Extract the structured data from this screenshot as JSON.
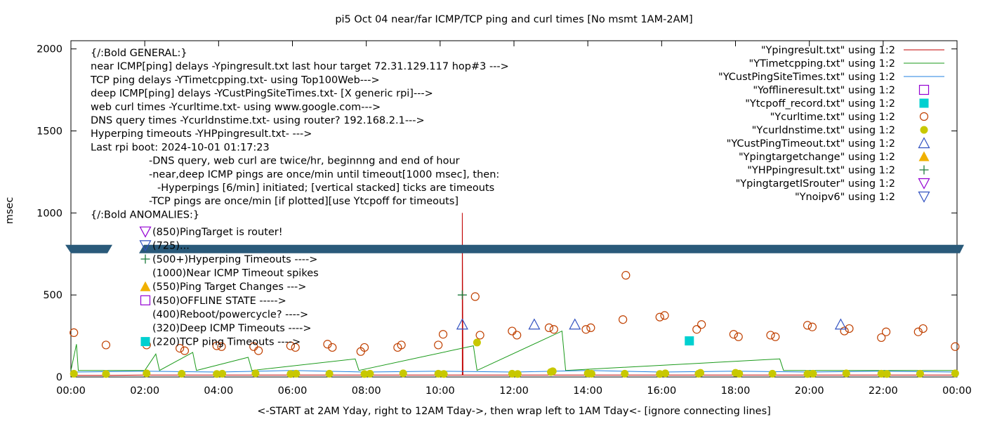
{
  "chart_data": {
    "type": "scatter",
    "title": "pi5 Oct 04  near/far ICMP/TCP ping and curl times [No msmt 1AM-2AM]",
    "xlabel": "<-START at 2AM Yday, right to 12AM Tday->, then wrap left to 1AM Tday<- [ignore connecting lines]",
    "ylabel": "msec",
    "xlim": [
      0,
      24
    ],
    "ylim": [
      0,
      2050
    ],
    "x_ticks": [
      "00:00",
      "02:00",
      "04:00",
      "06:00",
      "08:00",
      "10:00",
      "12:00",
      "14:00",
      "16:00",
      "18:00",
      "20:00",
      "22:00",
      "00:00"
    ],
    "y_ticks": [
      0,
      500,
      1000,
      1500,
      2000
    ],
    "grid": false,
    "legend_position": "top-right",
    "break_band_y": 780,
    "notes": [
      "{/:Bold GENERAL:}",
      "near ICMP[ping] delays -Ypingresult.txt last hour target 72.31.129.117 hop#3 --->",
      "TCP ping delays -YTimetcpping.txt- using Top100Web--->",
      "deep ICMP[ping] delays -YCustPingSiteTimes.txt- [X generic rpi]--->",
      "web curl times -Ycurltime.txt- using www.google.com--->",
      "DNS query times -Ycurldnstime.txt- using router? 192.168.2.1--->",
      "Hyperping timeouts -YHPpingresult.txt- --->",
      "Last rpi boot: 2024-10-01 01:17:23",
      "-DNS query, web curl are twice/hr, beginnng and end of hour",
      "-near,deep ICMP pings are once/min until timeout[1000 msec], then:",
      "-Hyperpings [6/min] initiated; [vertical stacked] ticks are timeouts",
      "-TCP pings are once/min [if plotted][use Ytcpoff for timeouts]",
      "{/:Bold ANOMALIES:}"
    ],
    "anomalies": [
      {
        "label": "(850)PingTarget is router!",
        "marker": "triangle-down-open",
        "color": "#9400d3"
      },
      {
        "label": "(725)...",
        "marker": "triangle-down-open",
        "color": "#3050c0"
      },
      {
        "label": "(500+)Hyperping Timeouts ---->",
        "marker": "plus",
        "color": "#1a7a3a"
      },
      {
        "label": "(1000)Near ICMP Timeout spikes",
        "marker": "none",
        "color": "#000000"
      },
      {
        "label": "(550)Ping Target Changes --->",
        "marker": "triangle-filled",
        "color": "#f0b000"
      },
      {
        "label": "(450)OFFLINE STATE ----->",
        "marker": "square-open",
        "color": "#9400d3"
      },
      {
        "label": "(400)Reboot/powercycle? ---->",
        "marker": "none",
        "color": "#000000"
      },
      {
        "label": "(320)Deep ICMP Timeouts ---->",
        "marker": "none",
        "color": "#000000"
      },
      {
        "label": "(220)TCP ping Timeouts ---->",
        "marker": "square-filled",
        "color": "#00d0d0"
      }
    ],
    "series": [
      {
        "name": "\"Ypingresult.txt\" using 1:2",
        "marker": "line",
        "color": "#c00000",
        "x": [
          0,
          1.0,
          2.0,
          10.6,
          10.6,
          10.62,
          14,
          18,
          22,
          24
        ],
        "y": [
          10,
          10,
          12,
          12,
          1000,
          12,
          12,
          12,
          12,
          12
        ]
      },
      {
        "name": "\"YTimetcpping.txt\" using 1:2",
        "marker": "line",
        "color": "#1a9a1a",
        "x": [
          0,
          0.15,
          0.2,
          2.0,
          2.3,
          2.4,
          3.3,
          3.4,
          4.8,
          4.9,
          7.7,
          7.8,
          10.9,
          11.0,
          13.3,
          13.4,
          19.2,
          19.3,
          24
        ],
        "y": [
          40,
          200,
          40,
          40,
          140,
          40,
          150,
          40,
          120,
          40,
          110,
          40,
          190,
          40,
          280,
          40,
          110,
          40,
          40
        ]
      },
      {
        "name": "\"YCustPingSiteTimes.txt\" using 1:2",
        "marker": "line",
        "color": "#2080e0",
        "x": [
          0,
          2,
          4,
          6,
          8,
          10,
          12,
          14,
          16,
          18,
          20,
          22,
          24
        ],
        "y": [
          30,
          35,
          30,
          40,
          30,
          35,
          30,
          40,
          30,
          35,
          30,
          35,
          30
        ]
      },
      {
        "name": "\"Yofflineresult.txt\" using 1:2",
        "marker": "square-open",
        "color": "#9400d3",
        "x": [],
        "y": []
      },
      {
        "name": "\"Ytcpoff_record.txt\" using 1:2",
        "marker": "square-filled",
        "color": "#00d0d0",
        "x": [
          16.75
        ],
        "y": [
          220
        ]
      },
      {
        "name": "\"Ycurltime.txt\" using 1:2",
        "marker": "circle-open",
        "color": "#c04000",
        "x": [
          0.08,
          0.95,
          2.05,
          2.95,
          3.08,
          3.95,
          4.08,
          4.95,
          5.08,
          5.95,
          6.08,
          6.95,
          7.08,
          7.85,
          7.95,
          8.85,
          8.95,
          9.95,
          10.08,
          10.95,
          11.08,
          11.95,
          12.08,
          12.95,
          13.08,
          13.95,
          14.08,
          14.95,
          15.03,
          15.95,
          16.08,
          16.95,
          17.08,
          17.95,
          18.08,
          18.95,
          19.08,
          19.95,
          20.08,
          20.95,
          21.08,
          21.95,
          22.08,
          22.95,
          23.08,
          23.95
        ],
        "y": [
          270,
          195,
          195,
          175,
          160,
          190,
          185,
          185,
          160,
          190,
          180,
          200,
          180,
          155,
          180,
          180,
          195,
          195,
          260,
          490,
          255,
          280,
          255,
          300,
          290,
          290,
          300,
          350,
          620,
          365,
          375,
          290,
          320,
          260,
          245,
          255,
          245,
          315,
          305,
          280,
          295,
          240,
          275,
          275,
          295,
          185
        ]
      },
      {
        "name": "\"Ycurldnstime.txt\" using 1:2",
        "marker": "circle-filled",
        "color": "#c8c800",
        "x": [
          0.08,
          0.95,
          2.05,
          3.0,
          3.95,
          4.1,
          5.0,
          5.95,
          6.1,
          7.0,
          7.95,
          8.1,
          9.0,
          9.95,
          10.1,
          11.0,
          11.95,
          12.1,
          13.0,
          13.05,
          14.0,
          14.1,
          15.0,
          15.95,
          16.1,
          17.0,
          17.05,
          18.0,
          18.1,
          19.0,
          19.95,
          20.1,
          21.0,
          21.95,
          22.1,
          23.0,
          23.95
        ],
        "y": [
          20,
          18,
          22,
          20,
          18,
          20,
          22,
          18,
          20,
          20,
          18,
          20,
          22,
          20,
          18,
          210,
          20,
          18,
          30,
          35,
          22,
          20,
          20,
          18,
          22,
          20,
          25,
          25,
          20,
          20,
          18,
          20,
          22,
          20,
          18,
          20,
          22
        ]
      },
      {
        "name": "\"YCustPingTimeout.txt\" using 1:2",
        "marker": "triangle-open",
        "color": "#3050c0",
        "x": [
          10.6,
          12.55,
          13.65,
          20.85
        ],
        "y": [
          320,
          320,
          320,
          320
        ]
      },
      {
        "name": "\"Ypingtargetchange\" using 1:2",
        "marker": "triangle-filled",
        "color": "#f0b000",
        "x": [],
        "y": []
      },
      {
        "name": "\"YHPpingresult.txt\" using 1:2",
        "marker": "plus",
        "color": "#1a7a3a",
        "x": [
          10.6
        ],
        "y": [
          500
        ]
      },
      {
        "name": "\"YpingtargetISrouter\" using 1:2",
        "marker": "triangle-down-open",
        "color": "#9400d3",
        "x": [],
        "y": []
      },
      {
        "name": "\"Ynoipv6\" using 1:2",
        "marker": "triangle-down-open",
        "color": "#3050c0",
        "x": [],
        "y": []
      }
    ]
  }
}
